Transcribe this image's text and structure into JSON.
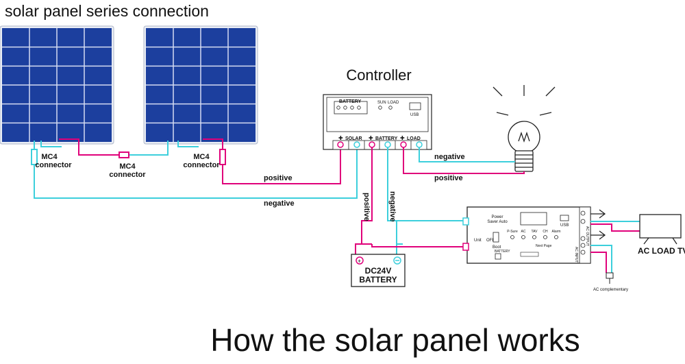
{
  "title": "solar panel series connection",
  "controller": {
    "heading": "Controller",
    "battery_label": "BATTERY",
    "sun_label": "SUN",
    "load_label": "LOAD",
    "usb_label": "USB",
    "solar_terminal": "SOLAR",
    "battery_terminal": "BATTERY",
    "load_terminal": "LOAD"
  },
  "labels": {
    "mc4_left_1": "MC4",
    "mc4_left_2": "connector",
    "mc4_mid_1": "MC4",
    "mc4_mid_2": "connector",
    "mc4_right_1": "MC4",
    "mc4_right_2": "connector",
    "positive_solar": "positive",
    "negative_solar": "negative",
    "positive_battery": "positive",
    "negative_battery": "negative",
    "negative_load": "negative",
    "positive_load": "positive"
  },
  "battery": {
    "line1": "DC24V",
    "line2": "BATTERY"
  },
  "inverter": {
    "power_saver_1": "Power",
    "power_saver_2": "Saver Auto",
    "unit": "Unit",
    "off": "OFF",
    "boot": "Boot",
    "usb": "USB",
    "indicators": [
      "P-Sure",
      "AC",
      "TAV",
      "CH",
      "Alarm"
    ],
    "next_page": "Next Page",
    "battery_small": "BATTERY",
    "ac_output": "AC OUTPUT",
    "ac_input": "AC INPUT"
  },
  "tv": {
    "label": "AC LOAD  TV"
  },
  "ac_complementary": "AC complementary",
  "footer": "How the solar panel works",
  "colors": {
    "positive": "#e0007a",
    "negative": "#3ccfdc",
    "panel": "#1c3f9e",
    "cell_line": "#d5dcf2"
  }
}
